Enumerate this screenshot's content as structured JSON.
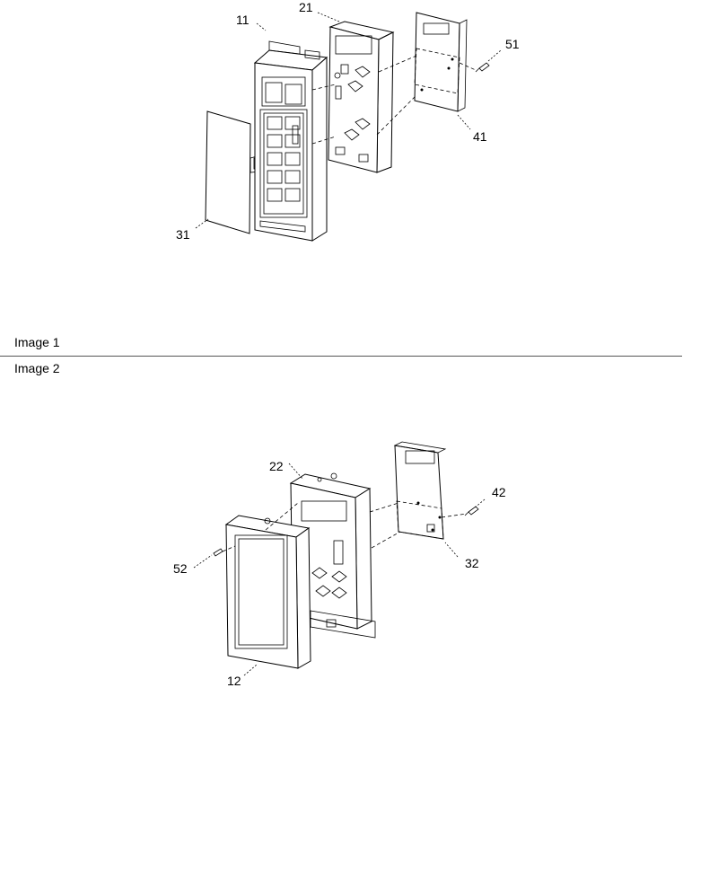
{
  "figures": [
    {
      "caption": "Image 1",
      "callouts": [
        "11",
        "21",
        "51",
        "41",
        "31"
      ]
    },
    {
      "caption": "Image 2",
      "callouts": [
        "22",
        "42",
        "52",
        "32",
        "12"
      ]
    }
  ]
}
